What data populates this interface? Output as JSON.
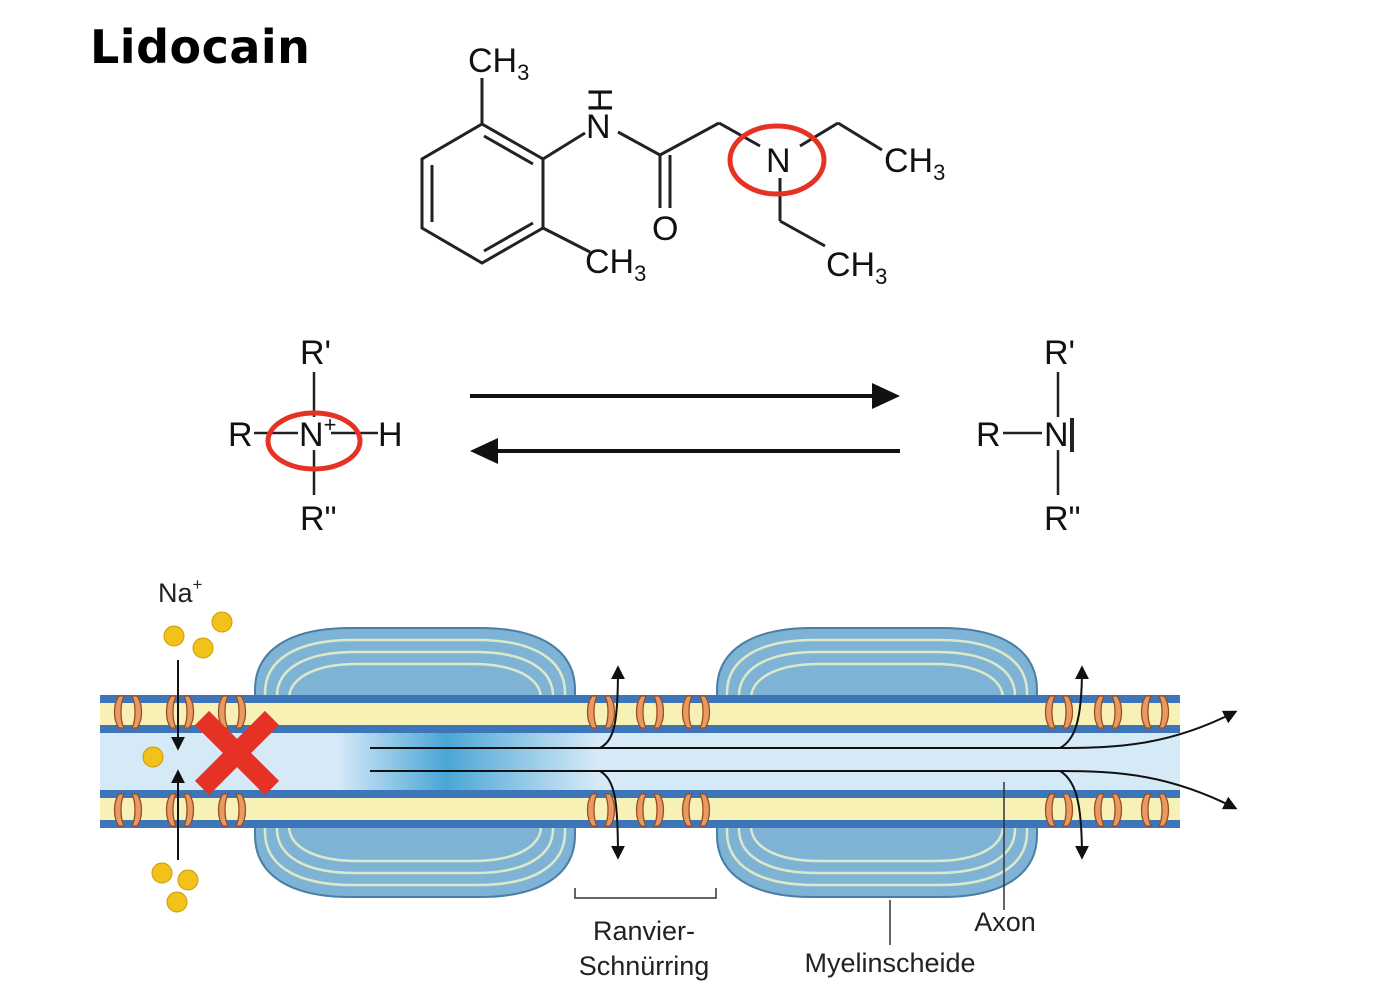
{
  "title": "Lidocain",
  "molecule": {
    "ch3_top": "CH",
    "ch3_bottom": "CH",
    "ch3_right_upper": "CH",
    "ch3_right_lower": "CH",
    "ch3_subscript": "3",
    "hn_h": "H",
    "hn_n": "N",
    "carbonyl_o": "O",
    "amine_n": "N"
  },
  "equilibrium": {
    "left": {
      "r": "R",
      "r_prime": "R'",
      "r_double": "R\"",
      "n": "N",
      "charge": "+",
      "h": "H"
    },
    "right": {
      "r": "R",
      "r_prime": "R'",
      "r_double": "R\"",
      "n": "N"
    }
  },
  "highlight_color": "#e53224",
  "block_mark_color": "#e53224",
  "neuron": {
    "ion_label": "Na",
    "ion_charge": "+",
    "label_node": "Ranvier-",
    "label_node_2": "Schnürring",
    "label_myelin": "Myelinscheide",
    "label_axon": "Axon"
  }
}
